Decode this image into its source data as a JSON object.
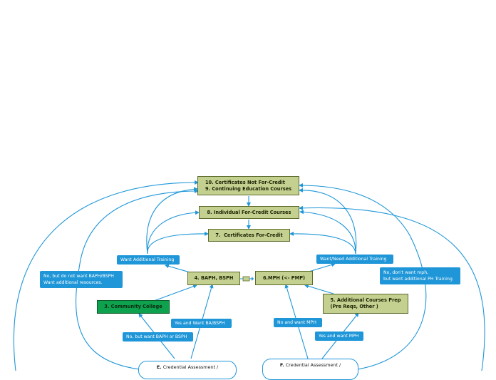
{
  "colors": {
    "edge": "#1e96d8",
    "node_fill": "#c4d08f",
    "node_border": "#5d6b2c",
    "community_college_fill": "#0ea24e",
    "label_fill": "#1e96d8"
  },
  "nodes": {
    "certificates_not_for_credit": "10. Certificates Not For-Credit\n9. Continuing Education Courses",
    "individual_for_credit": "8. Individual For-Credit Courses",
    "certificates_for_credit": "7.  Certificates For-Credit",
    "baph_bsph": "4. BAPH, BSPH",
    "mph": "6.MPH (<- PMP)",
    "community_college": "3. Community College",
    "additional_courses_prep": "5. Additional Courses Prep\n(Pre Reqs, Other )"
  },
  "labels": {
    "want_additional_training": "Want Additional Training",
    "want_need_additional_training": "Want/Need Additional Training",
    "no_but_do_not_want_baph": "No, but do not want BAPH/BSPH\nWant additional resources.",
    "no_dont_want_mph": "No, don't want mph,\nbut want additional PH Training",
    "yes_and_want_ba_bsph": "Yes and Want BA/BSPH",
    "no_but_want_baph": "No, but want BAPH or BSPH",
    "no_and_want_mph": "No and want MPH",
    "yes_and_want_mph": "Yes and want MPH"
  },
  "bubbles": {
    "e_letter": "E.",
    "e_text": "Credential Assessment /",
    "f_letter": "F.",
    "f_text": "Credential Assessment /"
  },
  "icons": {
    "connector": "link-connector-icon"
  }
}
